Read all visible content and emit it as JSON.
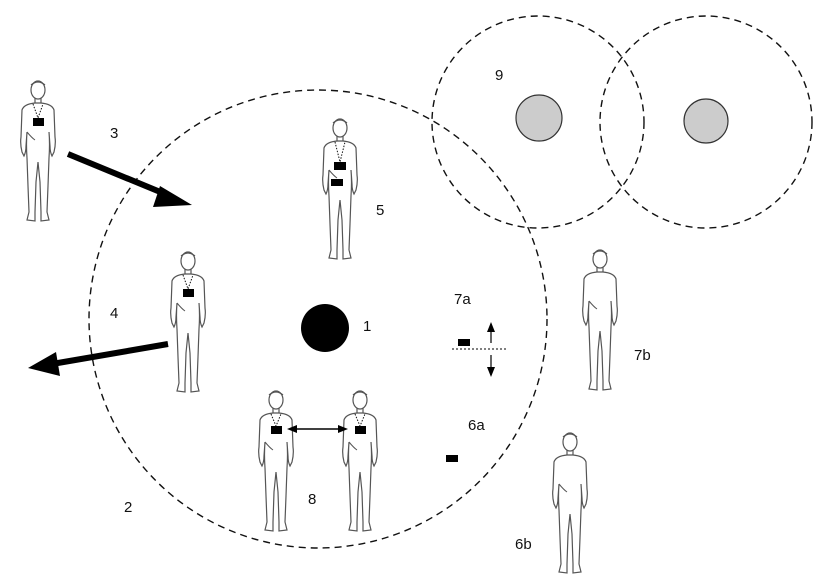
{
  "labels": {
    "l1": "1",
    "l2": "2",
    "l3": "3",
    "l4": "4",
    "l5": "5",
    "l6a": "6a",
    "l6b": "6b",
    "l7a": "7a",
    "l7b": "7b",
    "l8": "8",
    "l9": "9"
  },
  "colors": {
    "stroke": "#111111",
    "figure_stroke": "#555555",
    "beacon_fill": "#cccccc",
    "device": "#000000"
  },
  "icons": {
    "person": "person-outline-icon",
    "tag": "wearable-tag-icon",
    "center_beacon": "central-beacon-icon",
    "ext_beacon": "external-beacon-icon"
  }
}
